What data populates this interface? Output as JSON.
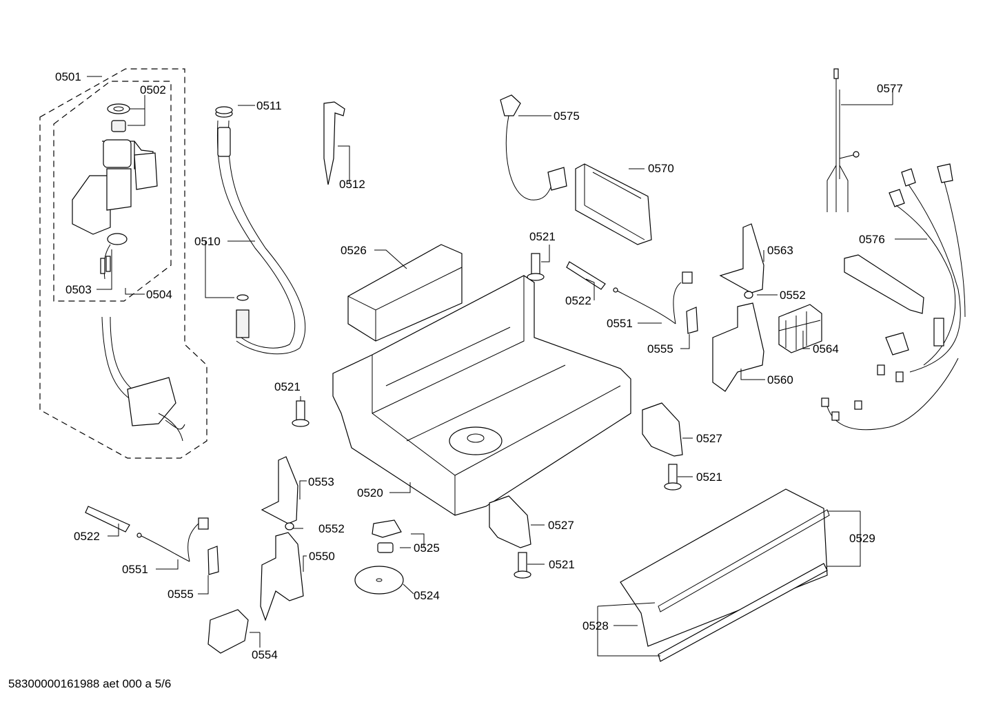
{
  "labels": {
    "l0501": "0501",
    "l0502": "0502",
    "l0503": "0503",
    "l0504": "0504",
    "l0510": "0510",
    "l0511": "0511",
    "l0512": "0512",
    "l0520": "0520",
    "l0521a": "0521",
    "l0521b": "0521",
    "l0521c": "0521",
    "l0521d": "0521",
    "l0522a": "0522",
    "l0522b": "0522",
    "l0524": "0524",
    "l0525": "0525",
    "l0526": "0526",
    "l0527a": "0527",
    "l0527b": "0527",
    "l0528": "0528",
    "l0529": "0529",
    "l0550": "0550",
    "l0551a": "0551",
    "l0551b": "0551",
    "l0552a": "0552",
    "l0552b": "0552",
    "l0553": "0553",
    "l0554": "0554",
    "l0555a": "0555",
    "l0555b": "0555",
    "l0560": "0560",
    "l0563": "0563",
    "l0564": "0564",
    "l0570": "0570",
    "l0575": "0575",
    "l0576": "0576",
    "l0577": "0577"
  },
  "footer": "58300000161988 aet 000 a 5/6"
}
